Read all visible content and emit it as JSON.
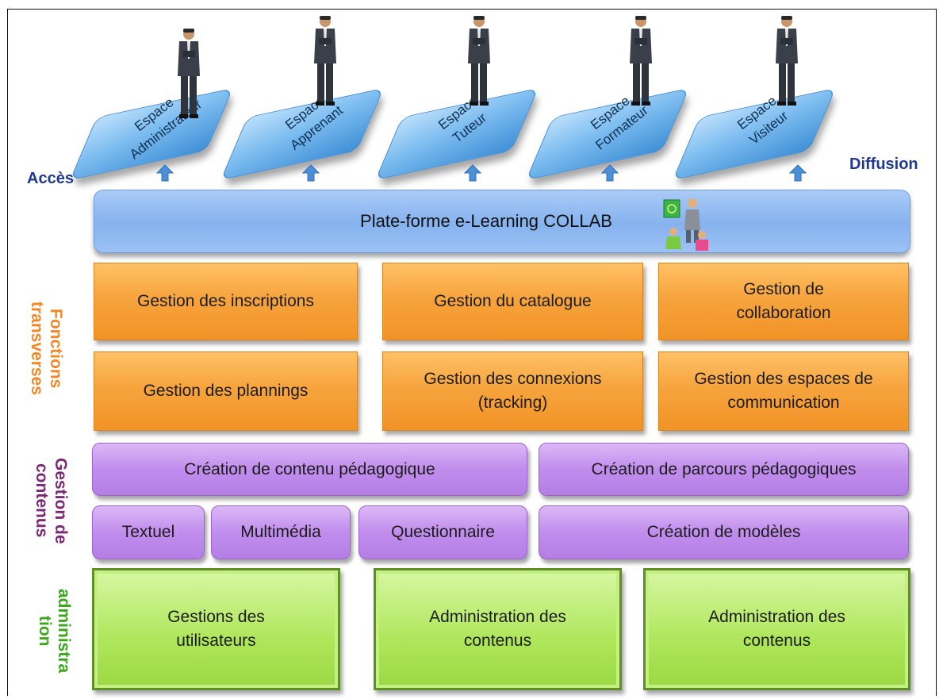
{
  "access_label": "Accès",
  "diffusion_label": "Diffusion",
  "espaces": [
    {
      "line1": "Espace",
      "line2": "Administrateur"
    },
    {
      "line1": "Espace",
      "line2": "Apprenant"
    },
    {
      "line1": "Espace",
      "line2": "Tuteur"
    },
    {
      "line1": "Espace",
      "line2": "Formateur"
    },
    {
      "line1": "Espace",
      "line2": "Visiteur"
    }
  ],
  "platform": {
    "label": "Plate-forme e-Learning COLLAB"
  },
  "fonctions": {
    "side_label_1": "Fonctions",
    "side_label_2": "transverses",
    "row1": [
      "Gestion des inscriptions",
      "Gestion du catalogue",
      "Gestion de collaboration"
    ],
    "row2": [
      "Gestion des plannings",
      "Gestion des connexions (tracking)",
      "Gestion des espaces de communication"
    ]
  },
  "contenus": {
    "side_label_1": "Gestion de",
    "side_label_2": "contenus",
    "creation_contenu": "Création de contenu pédagogique",
    "creation_parcours": "Création de parcours pédagogiques",
    "textuel": "Textuel",
    "multimedia": "Multimédia",
    "questionnaire": "Questionnaire",
    "creation_modeles": "Création de modèles"
  },
  "administration": {
    "side_label_1": "administra",
    "side_label_2": "tion",
    "boxes": [
      "Gestions des utilisateurs",
      "Administration des contenus",
      "Administration des contenus"
    ]
  },
  "colors": {
    "access": "#1f3a8f",
    "fonctions": "#f0882a",
    "contenus": "#7a2a73",
    "administration": "#3ea51f"
  }
}
